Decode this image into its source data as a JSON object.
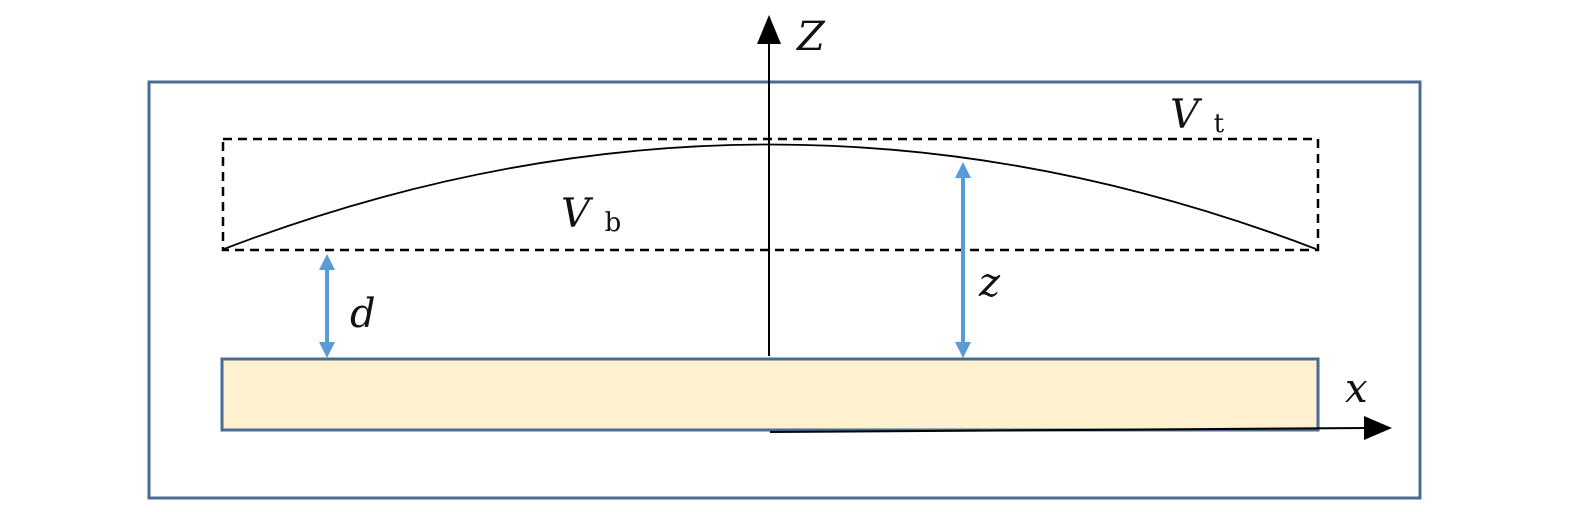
{
  "colors": {
    "frame": "#4a6c94",
    "substrate_fill": "#fff1cf",
    "substrate_stroke": "#4a6c94",
    "dimension_arrow": "#5b9bd5",
    "axis": "#000000",
    "dashed_box": "#000000",
    "curve": "#000000"
  },
  "labels": {
    "z_axis": "Z",
    "x_axis": "x",
    "vt_main": "V",
    "vt_sub": "t",
    "vb_main": "V",
    "vb_sub": "b",
    "gap_d": "d",
    "height_z": "z"
  },
  "icons": {
    "z_axis_arrowhead": "arrowhead-up-icon",
    "x_axis_arrowhead": "arrowhead-right-icon"
  }
}
